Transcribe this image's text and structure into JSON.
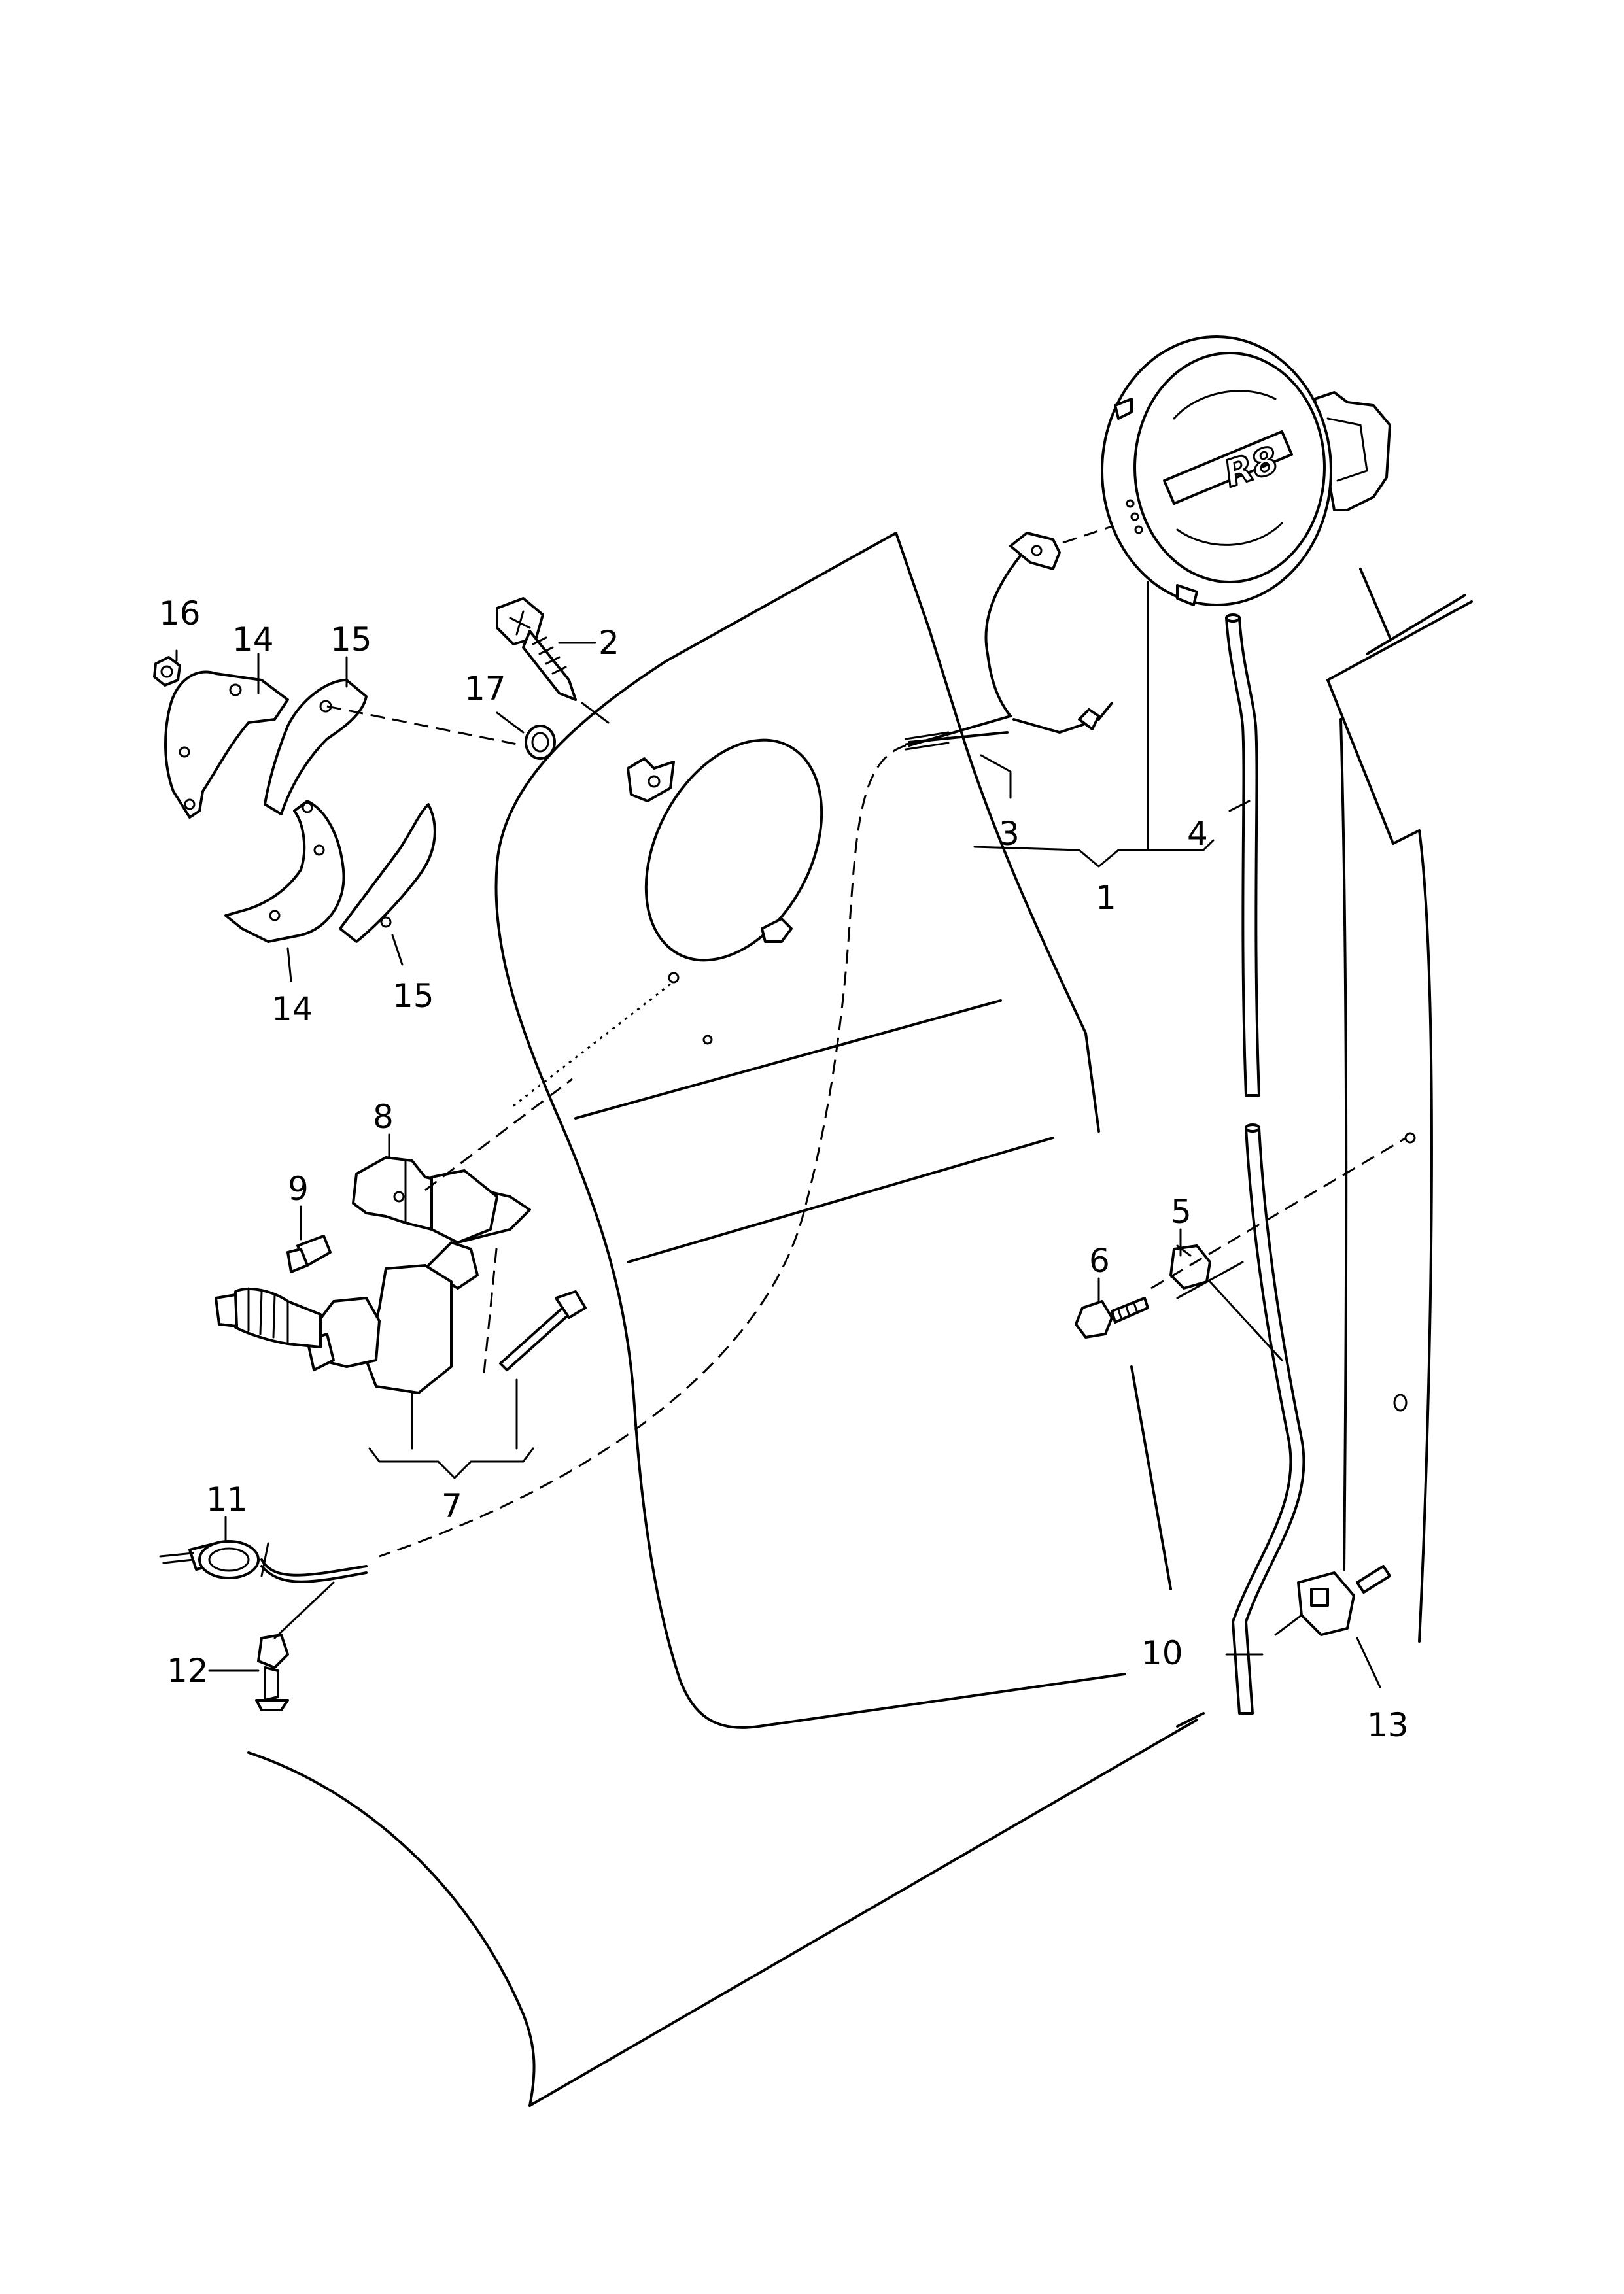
{
  "callouts": {
    "c1": "1",
    "c2": "2",
    "c3": "3",
    "c4": "4",
    "c5": "5",
    "c6": "6",
    "c7": "7",
    "c8": "8",
    "c9": "9",
    "c10": "10",
    "c11": "11",
    "c12": "12",
    "c13": "13",
    "c14a": "14",
    "c14b": "14",
    "c15a": "15",
    "c15b": "15",
    "c16": "16",
    "c17": "17"
  },
  "emblem_text": "R8"
}
